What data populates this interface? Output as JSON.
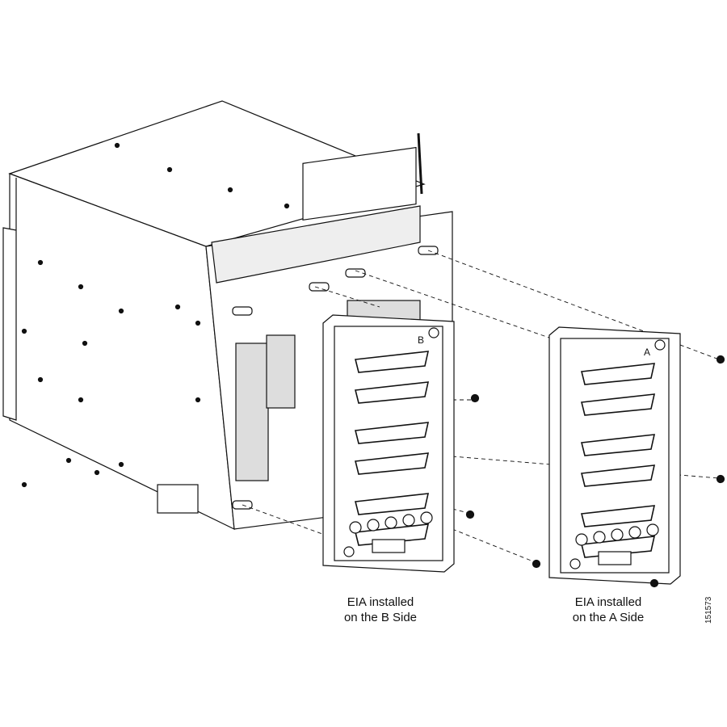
{
  "labels": {
    "eia_b": {
      "line1": "EIA installed",
      "line2": "on the B Side"
    },
    "eia_a": {
      "line1": "EIA installed",
      "line2": "on the A Side"
    }
  },
  "figure_number": "151573",
  "panel_letters": {
    "b": "B",
    "a": "A"
  }
}
